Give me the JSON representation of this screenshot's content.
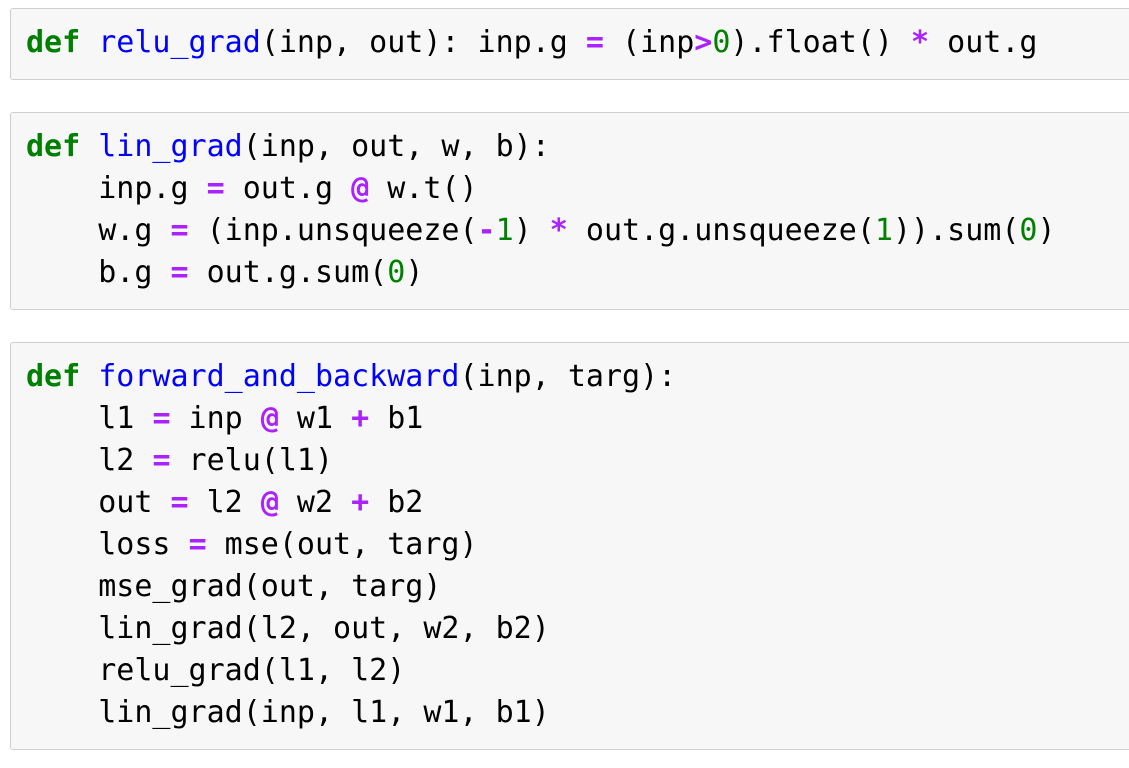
{
  "theme": {
    "page_background": "#ffffff",
    "cell_background": "#f7f7f7",
    "cell_border": "#cfcfcf",
    "text_color": "#000000",
    "keyword_color": "#008000",
    "defname_color": "#0000ff",
    "operator_color": "#aa22ff",
    "number_color": "#008000"
  },
  "cells": [
    {
      "id": "relu-grad",
      "lines": [
        [
          {
            "t": "keyword",
            "s": "def"
          },
          {
            "t": "plain",
            "s": " "
          },
          {
            "t": "defname",
            "s": "relu_grad"
          },
          {
            "t": "plain",
            "s": "(inp, out): inp.g "
          },
          {
            "t": "operator",
            "s": "="
          },
          {
            "t": "plain",
            "s": " (inp"
          },
          {
            "t": "operator",
            "s": ">"
          },
          {
            "t": "number",
            "s": "0"
          },
          {
            "t": "plain",
            "s": ").float() "
          },
          {
            "t": "operator",
            "s": "*"
          },
          {
            "t": "plain",
            "s": " out.g"
          }
        ]
      ]
    },
    {
      "id": "lin-grad",
      "lines": [
        [
          {
            "t": "keyword",
            "s": "def"
          },
          {
            "t": "plain",
            "s": " "
          },
          {
            "t": "defname",
            "s": "lin_grad"
          },
          {
            "t": "plain",
            "s": "(inp, out, w, b):"
          }
        ],
        [
          {
            "t": "plain",
            "s": "    inp.g "
          },
          {
            "t": "operator",
            "s": "="
          },
          {
            "t": "plain",
            "s": " out.g "
          },
          {
            "t": "operator",
            "s": "@"
          },
          {
            "t": "plain",
            "s": " w.t()"
          }
        ],
        [
          {
            "t": "plain",
            "s": "    w.g "
          },
          {
            "t": "operator",
            "s": "="
          },
          {
            "t": "plain",
            "s": " (inp.unsqueeze("
          },
          {
            "t": "operator",
            "s": "-"
          },
          {
            "t": "number",
            "s": "1"
          },
          {
            "t": "plain",
            "s": ") "
          },
          {
            "t": "operator",
            "s": "*"
          },
          {
            "t": "plain",
            "s": " out.g.unsqueeze("
          },
          {
            "t": "number",
            "s": "1"
          },
          {
            "t": "plain",
            "s": ")).sum("
          },
          {
            "t": "number",
            "s": "0"
          },
          {
            "t": "plain",
            "s": ")"
          }
        ],
        [
          {
            "t": "plain",
            "s": "    b.g "
          },
          {
            "t": "operator",
            "s": "="
          },
          {
            "t": "plain",
            "s": " out.g.sum("
          },
          {
            "t": "number",
            "s": "0"
          },
          {
            "t": "plain",
            "s": ")"
          }
        ]
      ]
    },
    {
      "id": "forward-and-backward",
      "lines": [
        [
          {
            "t": "keyword",
            "s": "def"
          },
          {
            "t": "plain",
            "s": " "
          },
          {
            "t": "defname",
            "s": "forward_and_backward"
          },
          {
            "t": "plain",
            "s": "(inp, targ):"
          }
        ],
        [
          {
            "t": "plain",
            "s": "    l1 "
          },
          {
            "t": "operator",
            "s": "="
          },
          {
            "t": "plain",
            "s": " inp "
          },
          {
            "t": "operator",
            "s": "@"
          },
          {
            "t": "plain",
            "s": " w1 "
          },
          {
            "t": "operator",
            "s": "+"
          },
          {
            "t": "plain",
            "s": " b1"
          }
        ],
        [
          {
            "t": "plain",
            "s": "    l2 "
          },
          {
            "t": "operator",
            "s": "="
          },
          {
            "t": "plain",
            "s": " relu(l1)"
          }
        ],
        [
          {
            "t": "plain",
            "s": "    out "
          },
          {
            "t": "operator",
            "s": "="
          },
          {
            "t": "plain",
            "s": " l2 "
          },
          {
            "t": "operator",
            "s": "@"
          },
          {
            "t": "plain",
            "s": " w2 "
          },
          {
            "t": "operator",
            "s": "+"
          },
          {
            "t": "plain",
            "s": " b2"
          }
        ],
        [
          {
            "t": "plain",
            "s": "    loss "
          },
          {
            "t": "operator",
            "s": "="
          },
          {
            "t": "plain",
            "s": " mse(out, targ)"
          }
        ],
        [
          {
            "t": "plain",
            "s": "    mse_grad(out, targ)"
          }
        ],
        [
          {
            "t": "plain",
            "s": "    lin_grad(l2, out, w2, b2)"
          }
        ],
        [
          {
            "t": "plain",
            "s": "    relu_grad(l1, l2)"
          }
        ],
        [
          {
            "t": "plain",
            "s": "    lin_grad(inp, l1, w1, b1)"
          }
        ]
      ]
    }
  ]
}
